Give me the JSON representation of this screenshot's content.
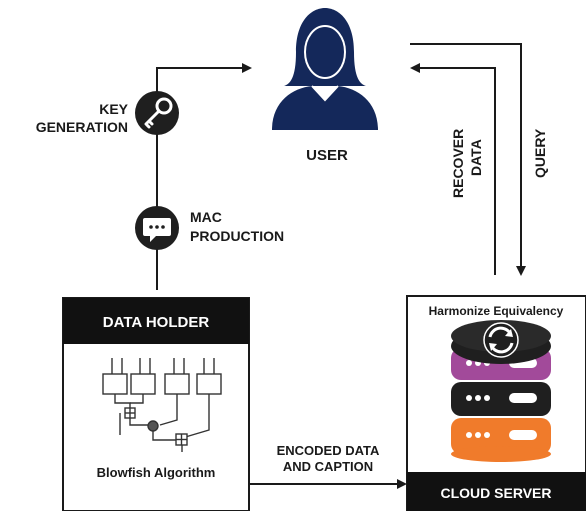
{
  "user": {
    "label": "USER"
  },
  "key_generation": {
    "line1": "KEY",
    "line2": "GENERATION"
  },
  "mac_production": {
    "line1": "MAC",
    "line2": "PRODUCTION"
  },
  "data_holder": {
    "title": "DATA HOLDER",
    "algorithm": "Blowfish Algorithm"
  },
  "cloud_server": {
    "header": "Harmonize Equivalency",
    "title": "CLOUD SERVER"
  },
  "recover_data": {
    "line1": "RECOVER",
    "line2": "DATA"
  },
  "query": {
    "label": "QUERY"
  },
  "encoded": {
    "line1": "ENCODED DATA",
    "line2": "AND CAPTION"
  },
  "colors": {
    "navy": "#14285a",
    "dark": "#1f1f1f",
    "purple": "#a24a9a",
    "orange": "#f07b2b"
  },
  "icons": [
    "user-icon",
    "key-icon",
    "chat-icon",
    "sync-icon",
    "database-icon"
  ]
}
